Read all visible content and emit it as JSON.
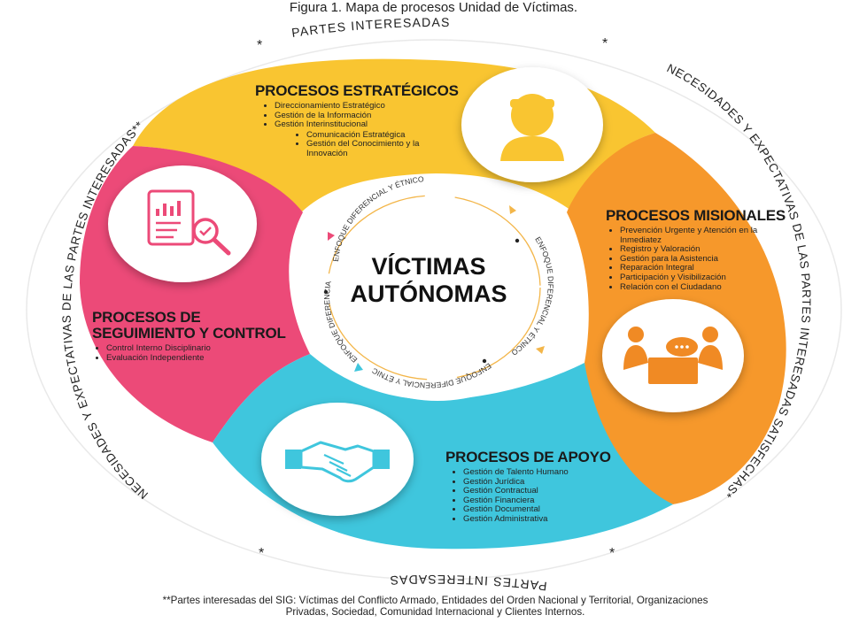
{
  "caption": "Figura 1. Mapa de procesos Unidad de Víctimas.",
  "outer_ring": {
    "top": "PARTES INTERESADAS",
    "bottom": "PARTES INTERESADAS",
    "left": "NECESIDADES Y EXPECTATIVAS DE LAS PARTES INTERESADAS**",
    "right": "NECESIDADES Y EXPECTATIVAS DE LAS PARTES INTERESADAS SATISFECHAS*"
  },
  "center": {
    "line1": "VÍCTIMAS",
    "line2": "AUTÓNOMAS",
    "ring_top": "ENFOQUE DIFERENCIAL Y ÉTNICO",
    "ring_right": "ENFOQUE DIFERENCIAL Y ÉTNICO",
    "ring_bottom": "ENFOQUE DIFERENCIAL Y ÉTNICO",
    "ring_left": "ENFOQUE DIFERENCIAL Y ÉTNICO"
  },
  "processes": {
    "estrategicos": {
      "title": "PROCESOS ESTRATÉGICOS",
      "items": [
        "Direccionamiento Estratégico",
        "Gestión de la Información",
        "Gestión Interinstitucional"
      ],
      "subitems": [
        "Comunicación Estratégica",
        "Gestión del Conocimiento y la Innovación"
      ]
    },
    "misionales": {
      "title": "PROCESOS MISIONALES",
      "items": [
        "Prevención Urgente y Atención en la Inmediatez",
        "Registro y Valoración",
        "Gestión para la Asistencia",
        "Reparación Integral",
        "Participación y Visibilización",
        "Relación con el Ciudadano"
      ]
    },
    "seguimiento": {
      "title_line1": "PROCESOS DE",
      "title_line2": "SEGUIMIENTO Y CONTROL",
      "items": [
        "Control Interno Disciplinario",
        "Evaluación Independiente"
      ]
    },
    "apoyo": {
      "title": "PROCESOS DE APOYO",
      "items": [
        "Gestión de Talento Humano",
        "Gestión Jurídica",
        "Gestión Contractual",
        "Gestión Financiera",
        "Gestión Documental",
        "Gestión Administrativa"
      ]
    }
  },
  "star_marker": "*",
  "footnote": {
    "line1": "**Partes interesadas del SIG: Víctimas del Conflicto Armado, Entidades del Orden Nacional y Territorial, Organizaciones",
    "line2": "Privadas, Sociedad, Comunidad Internacional y Clientes Internos."
  },
  "colors": {
    "yellow": "#f9c531",
    "orange": "#f6982b",
    "pink": "#ec4a78",
    "cyan": "#3fc6dd",
    "inner_ring_arrows": "#f3b64a",
    "icon_orange": "#f08a24"
  },
  "icons": [
    "person-icon",
    "analytics-magnifier-icon",
    "meeting-icon",
    "handshake-icon"
  ]
}
